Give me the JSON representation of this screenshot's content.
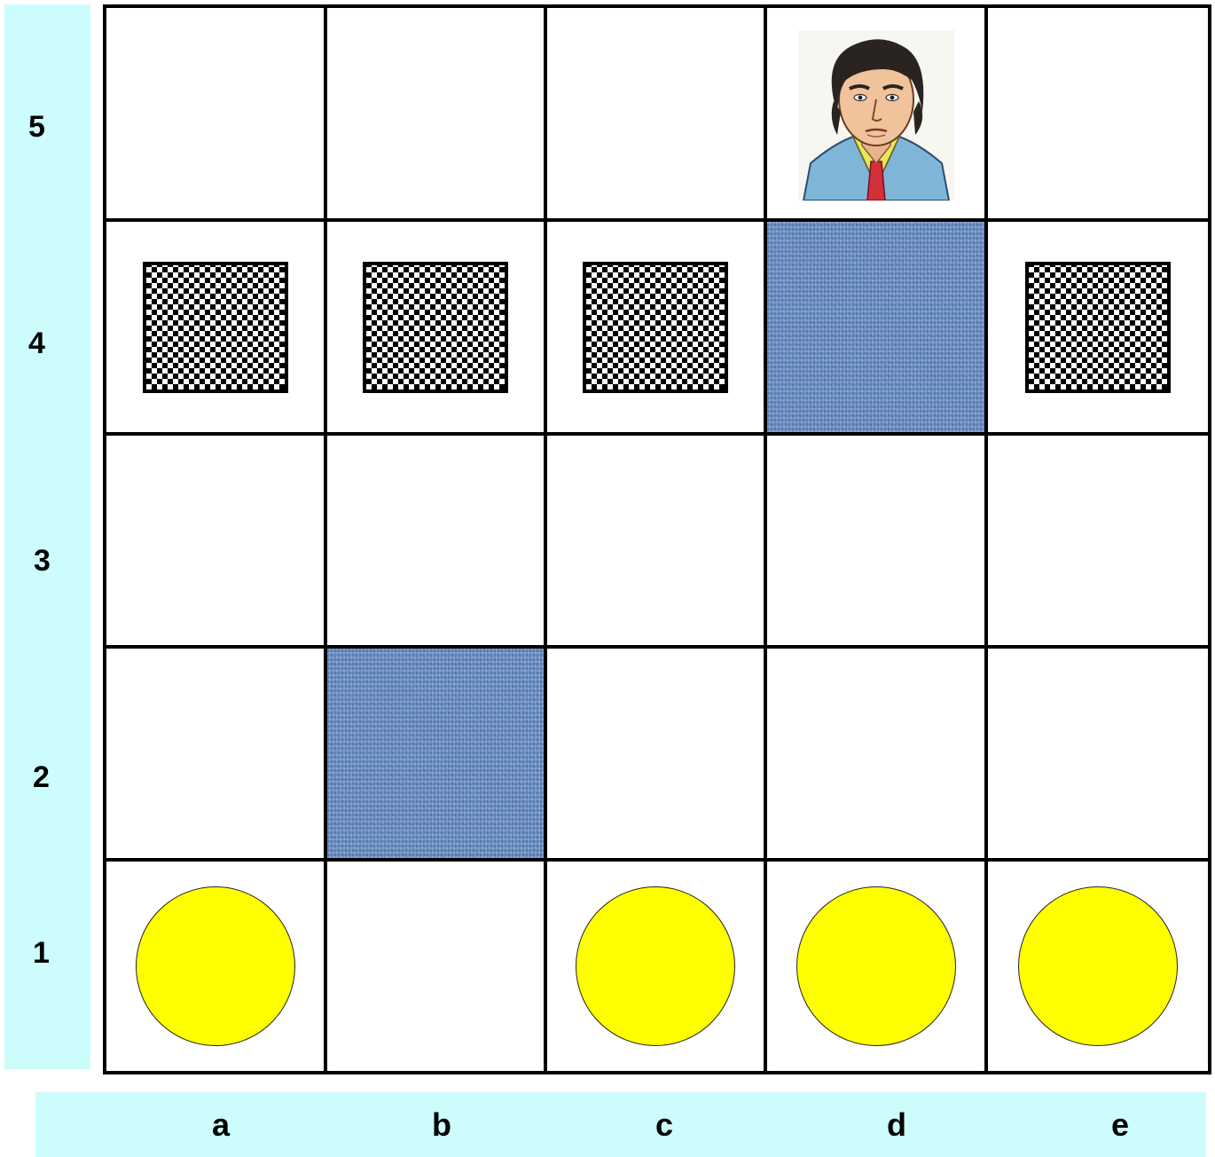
{
  "ranks": [
    "5",
    "4",
    "3",
    "2",
    "1"
  ],
  "files": [
    "a",
    "b",
    "c",
    "d",
    "e"
  ],
  "colors": {
    "label_strip": "#ccfcfc",
    "coin": "#ffff00",
    "cloth": "#6a8fc4",
    "grid_line": "#000000"
  },
  "pieces": {
    "player": {
      "square": "d5",
      "icon": "man-portrait-icon"
    },
    "coins": [
      "a1",
      "c1",
      "d1",
      "e1"
    ],
    "checkered_blocks": [
      "a4",
      "b4",
      "c4",
      "e4"
    ],
    "blue_cloth_squares": [
      "d4",
      "b2"
    ]
  }
}
